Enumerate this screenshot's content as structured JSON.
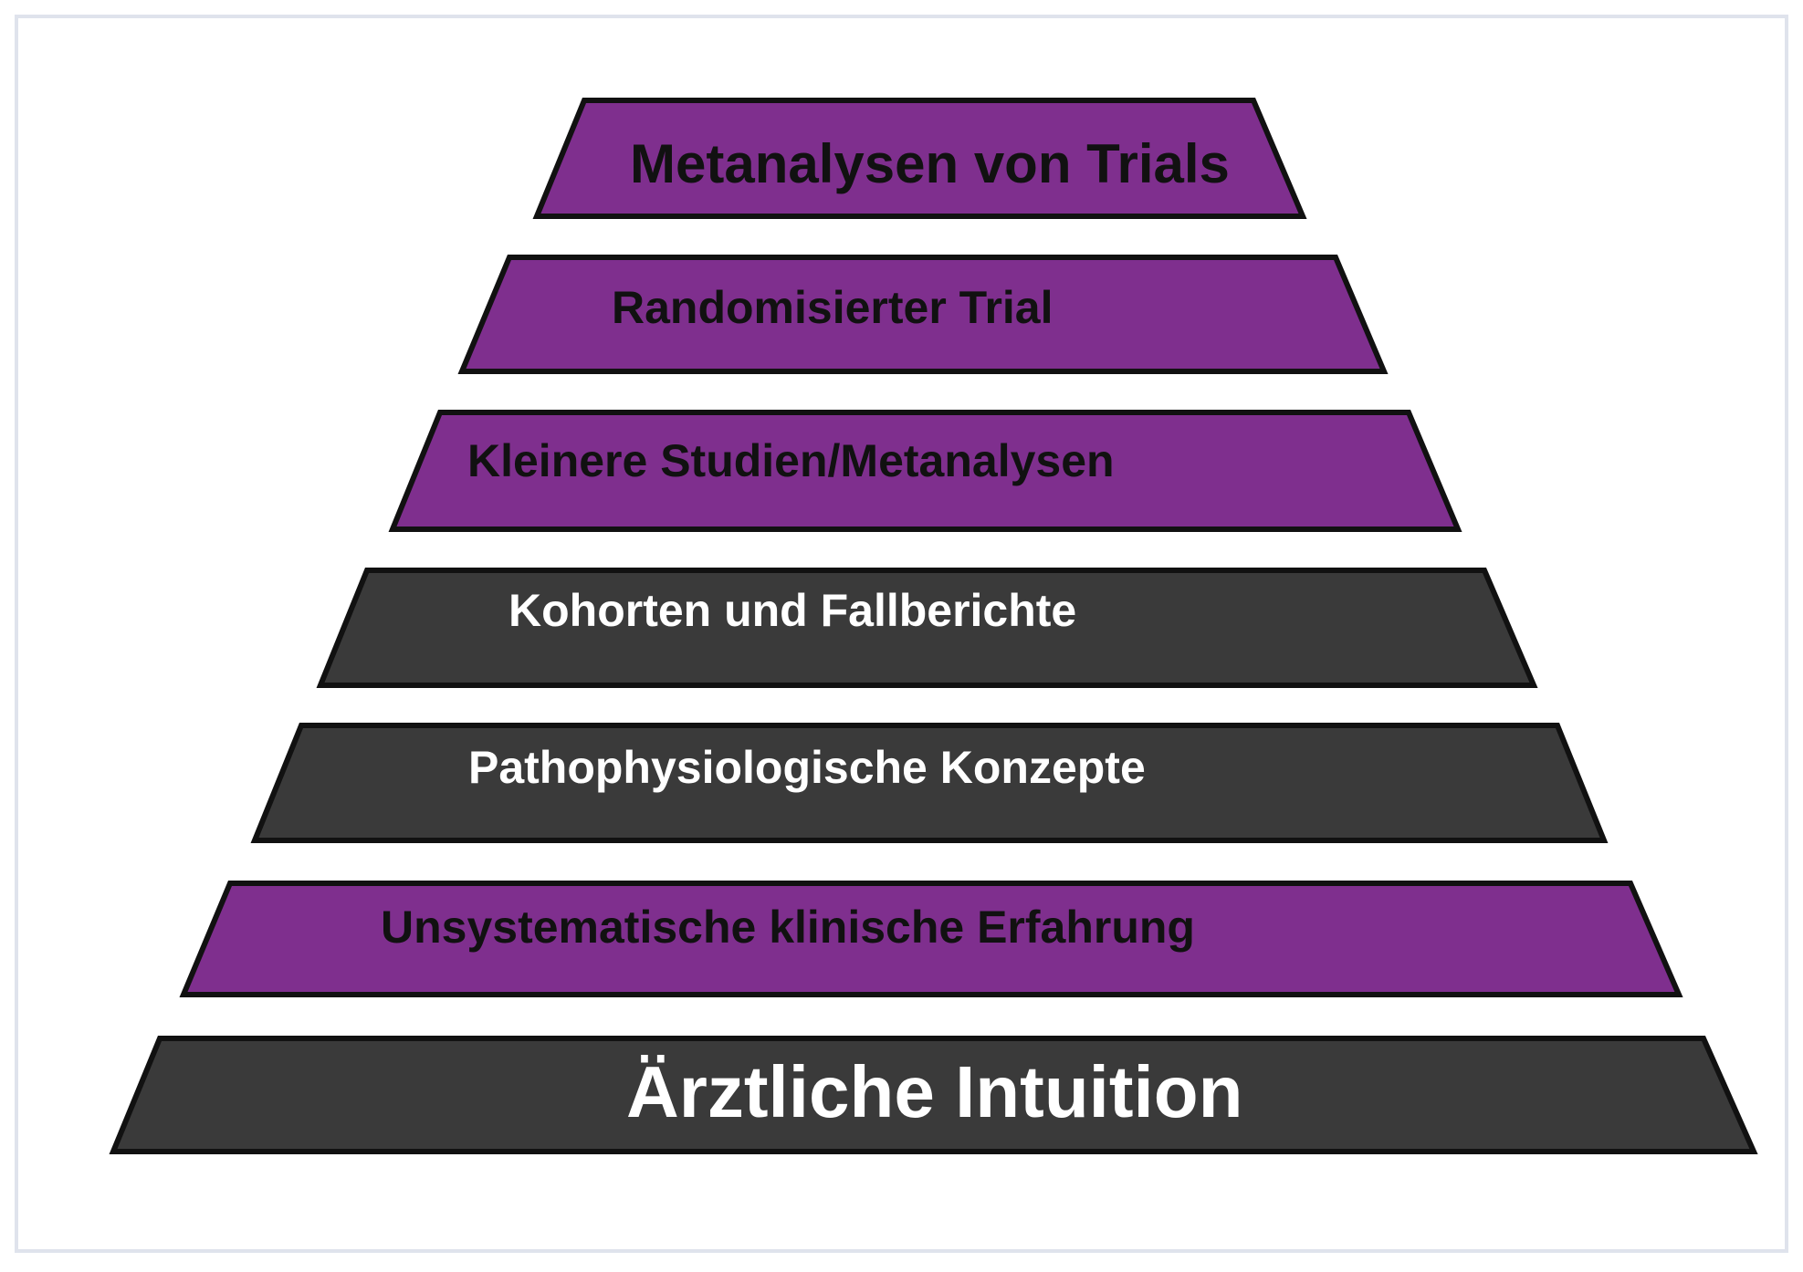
{
  "colors": {
    "frame": "#dfe3ec",
    "purple": "#7f2f8e",
    "dark": "#3a3a3a",
    "outline": "#111111",
    "text_on_purple": "#111111",
    "text_on_dark": "#ffffff"
  },
  "pyramid": {
    "levels": [
      {
        "label": "Metanalysen von Trials",
        "fill": "purple"
      },
      {
        "label": "Randomisierter Trial",
        "fill": "purple"
      },
      {
        "label": "Kleinere Studien/Metanalysen",
        "fill": "purple"
      },
      {
        "label": "Kohorten und Fallberichte",
        "fill": "dark"
      },
      {
        "label": "Pathophysiologische Konzepte",
        "fill": "dark"
      },
      {
        "label": "Unsystematische klinische Erfahrung",
        "fill": "purple"
      },
      {
        "label": "Ärztliche Intuition",
        "fill": "dark"
      }
    ]
  }
}
